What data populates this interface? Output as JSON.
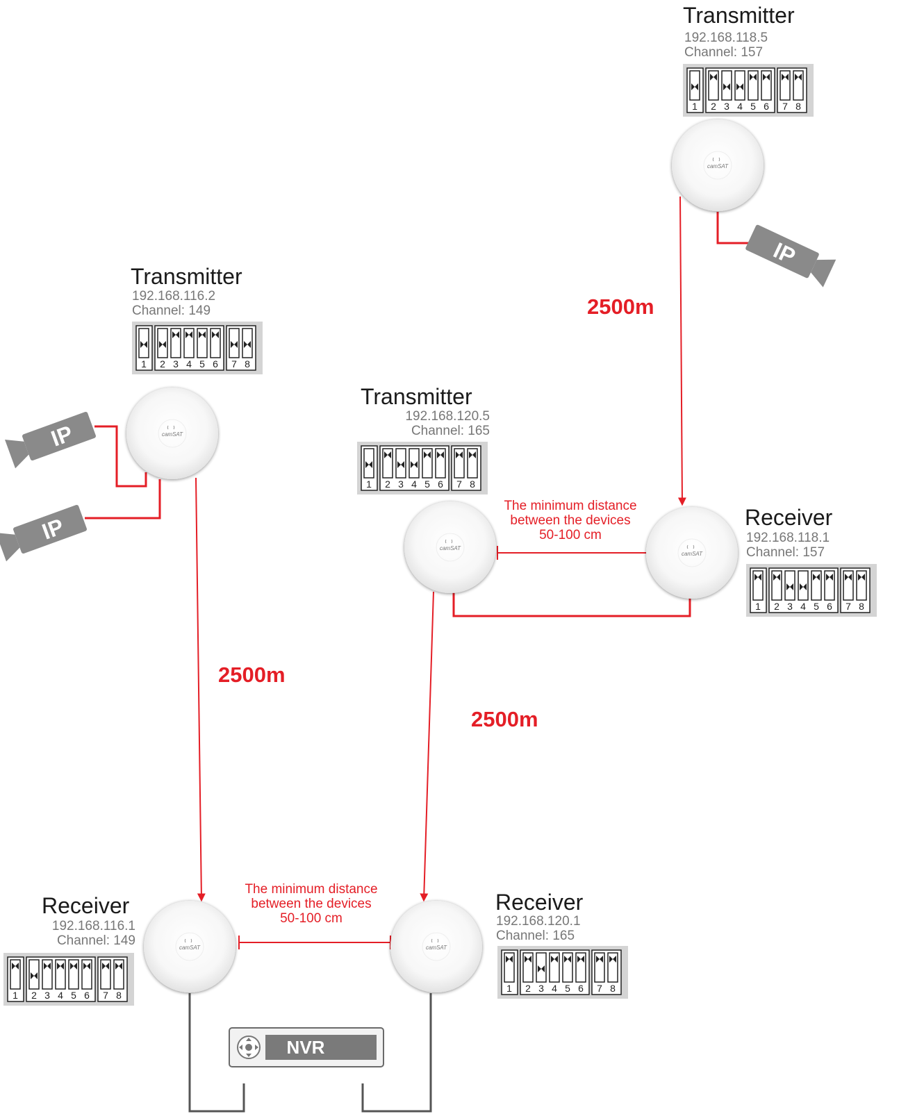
{
  "brand_text": "camSAT",
  "camera_label": "IP",
  "nvr_label": "NVR",
  "colors": {
    "link": "#e41e26",
    "cable": "#555555",
    "switch_bg": "#d4d4d4",
    "camera": "#8a8a8a"
  },
  "devices": {
    "tx_top": {
      "title": "Transmitter",
      "ip": "192.168.118.5",
      "channel": "Channel: 157",
      "switches": [
        1,
        0,
        1,
        1,
        0,
        0,
        0,
        0
      ]
    },
    "tx_left": {
      "title": "Transmitter",
      "ip": "192.168.116.2",
      "channel": "Channel: 149",
      "switches": [
        1,
        1,
        0,
        0,
        0,
        0,
        1,
        1
      ]
    },
    "tx_mid": {
      "title": "Transmitter",
      "ip": "192.168.120.5",
      "channel": "Channel: 165",
      "switches": [
        1,
        0,
        1,
        1,
        0,
        0,
        0,
        0
      ]
    },
    "rx_right": {
      "title": "Receiver",
      "ip": "192.168.118.1",
      "channel": "Channel: 157",
      "switches": [
        0,
        0,
        1,
        1,
        0,
        0,
        0,
        0
      ]
    },
    "rx_left": {
      "title": "Receiver",
      "ip": "192.168.116.1",
      "channel": "Channel: 149",
      "switches": [
        0,
        1,
        0,
        0,
        0,
        0,
        0,
        0
      ]
    },
    "rx_mid": {
      "title": "Receiver",
      "ip": "192.168.120.1",
      "channel": "Channel: 165",
      "switches": [
        0,
        0,
        1,
        0,
        0,
        0,
        0,
        0
      ]
    }
  },
  "switch_numbers": [
    "1",
    "2",
    "3",
    "4",
    "5",
    "6",
    "7",
    "8"
  ],
  "links": {
    "top_right": "2500m",
    "left": "2500m",
    "middle": "2500m"
  },
  "min_distance": {
    "line1": "The minimum distance",
    "line2": "between the devices",
    "line3": "50-100 cm"
  }
}
